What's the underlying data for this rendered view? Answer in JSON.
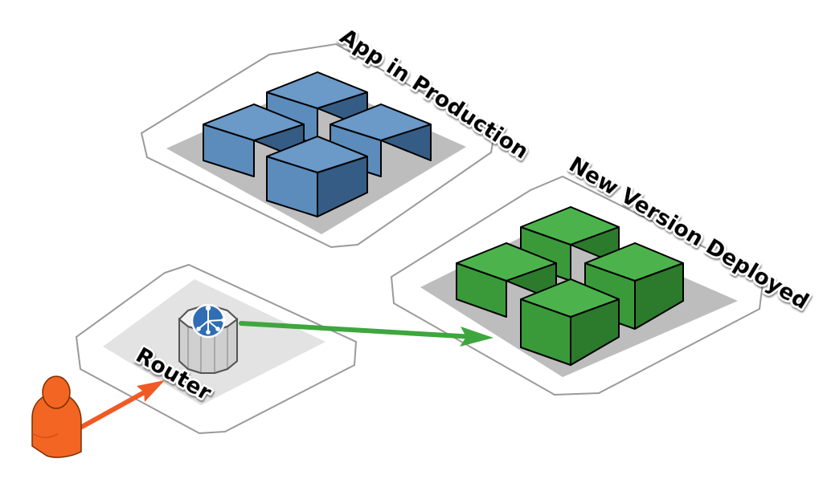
{
  "diagram": {
    "clusters": [
      {
        "id": "production",
        "label": "App in Production",
        "color": "#5b8cbc"
      },
      {
        "id": "new-version",
        "label": "New Version Deployed",
        "color": "#3fa33f"
      }
    ],
    "router": {
      "label": "Router",
      "icon": "branch-icon"
    },
    "user": {
      "icon": "user-icon",
      "color": "#f26522"
    },
    "connections": [
      {
        "from": "user",
        "to": "router",
        "color": "#f05a24"
      },
      {
        "from": "router",
        "to": "new-version",
        "color": "#3ea63e"
      }
    ]
  }
}
